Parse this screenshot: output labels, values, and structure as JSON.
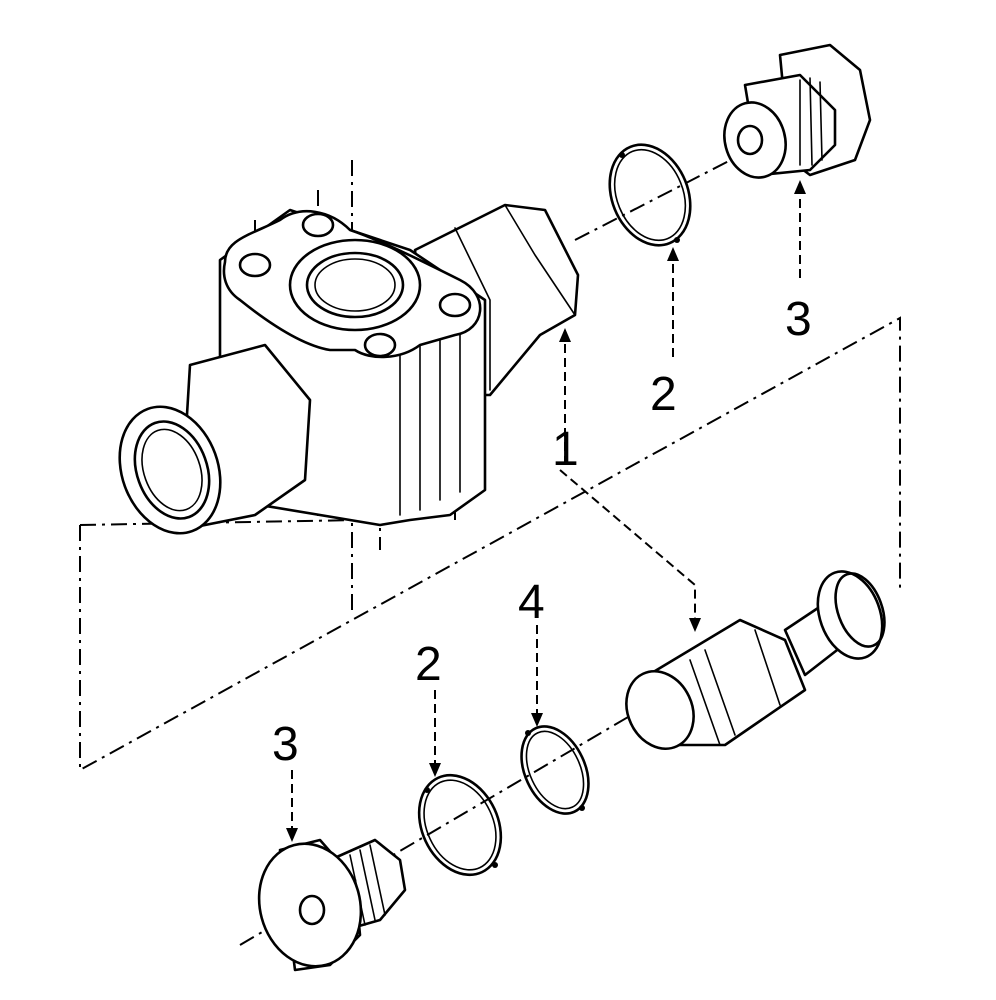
{
  "callouts": {
    "part_1": "1",
    "part_2_top": "2",
    "part_3_top": "3",
    "part_2_bottom": "2",
    "part_4": "4",
    "part_3_bottom": "3"
  }
}
